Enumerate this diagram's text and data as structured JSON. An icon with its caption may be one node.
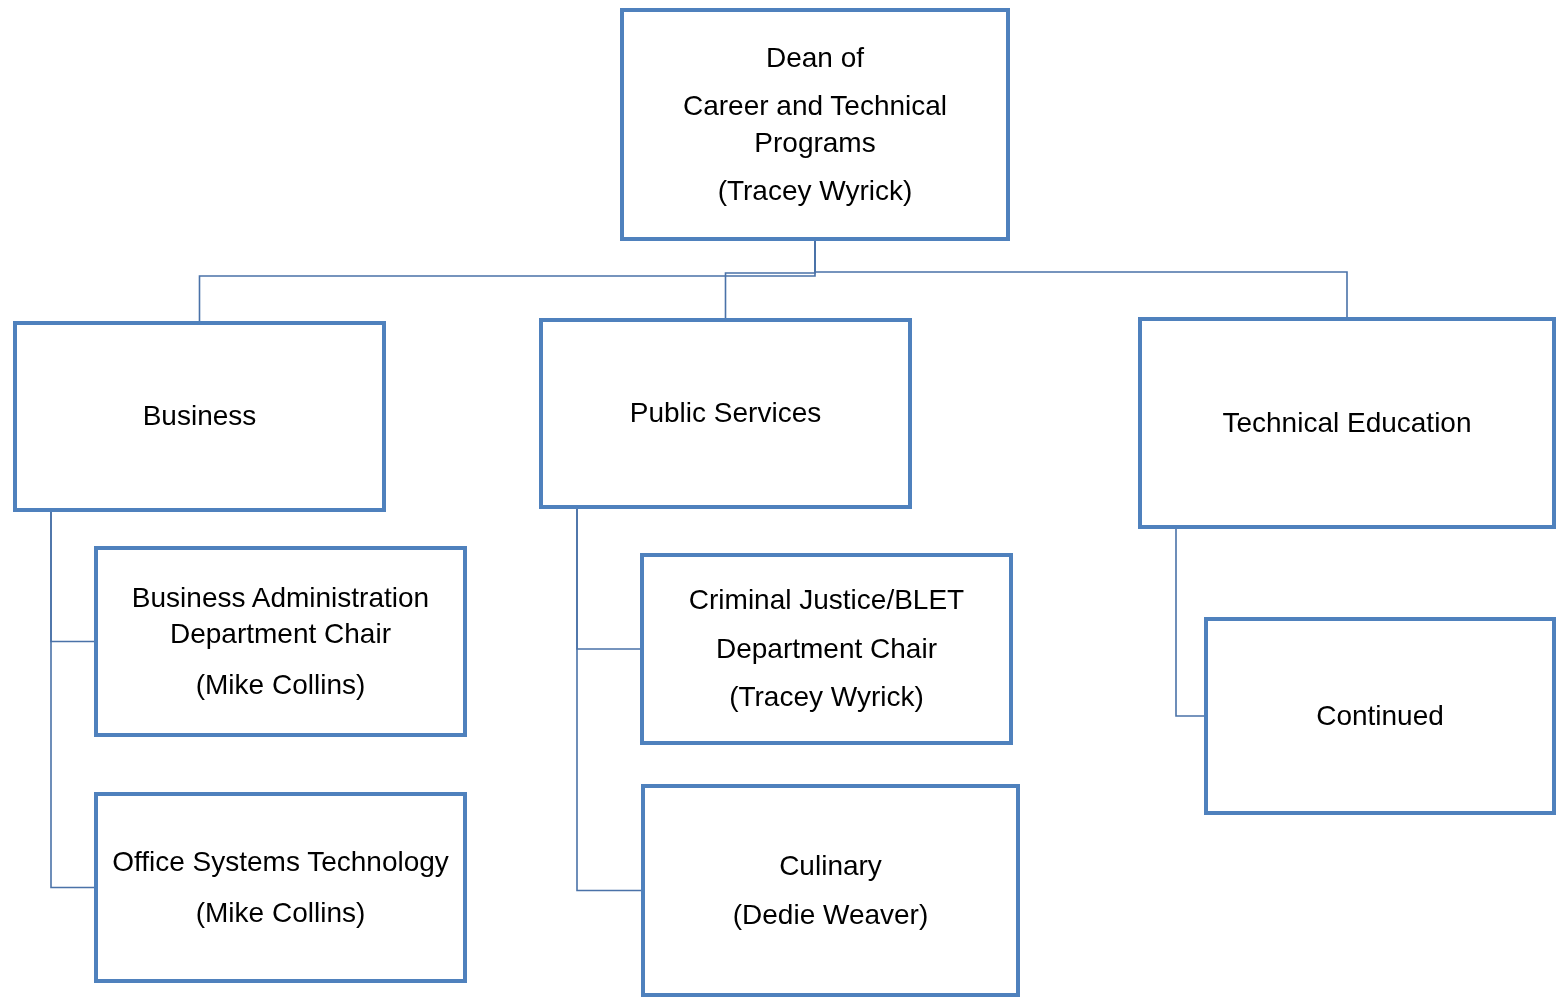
{
  "diagram": {
    "nodes": [
      {
        "text": [
          "Dean of",
          "Career and Technical Programs",
          "(Tracey Wyrick)"
        ]
      },
      {
        "text": [
          "Business"
        ]
      },
      {
        "text": [
          "Public Services"
        ]
      },
      {
        "text": [
          "Technical Education"
        ]
      },
      {
        "text": [
          "Business Administration Department Chair",
          "(Mike Collins)"
        ]
      },
      {
        "text": [
          "Office Systems Technology",
          "(Mike Collins)"
        ]
      },
      {
        "text": [
          "Criminal Justice/BLET",
          "Department Chair",
          "(Tracey Wyrick)"
        ]
      },
      {
        "text": [
          "Culinary",
          "(Dedie Weaver)"
        ]
      },
      {
        "text": [
          "Continued"
        ]
      }
    ],
    "edges": [
      {
        "from": 0,
        "to": 1,
        "arrow": "none"
      },
      {
        "from": 0,
        "to": 2,
        "arrow": "none"
      },
      {
        "from": 0,
        "to": 3,
        "arrow": "none"
      },
      {
        "from": 1,
        "to": 4,
        "arrow": "none"
      },
      {
        "from": 1,
        "to": 5,
        "arrow": "none"
      },
      {
        "from": 2,
        "to": 6,
        "arrow": "none"
      },
      {
        "from": 2,
        "to": 7,
        "arrow": "none"
      },
      {
        "from": 3,
        "to": 8,
        "arrow": "none"
      }
    ]
  }
}
